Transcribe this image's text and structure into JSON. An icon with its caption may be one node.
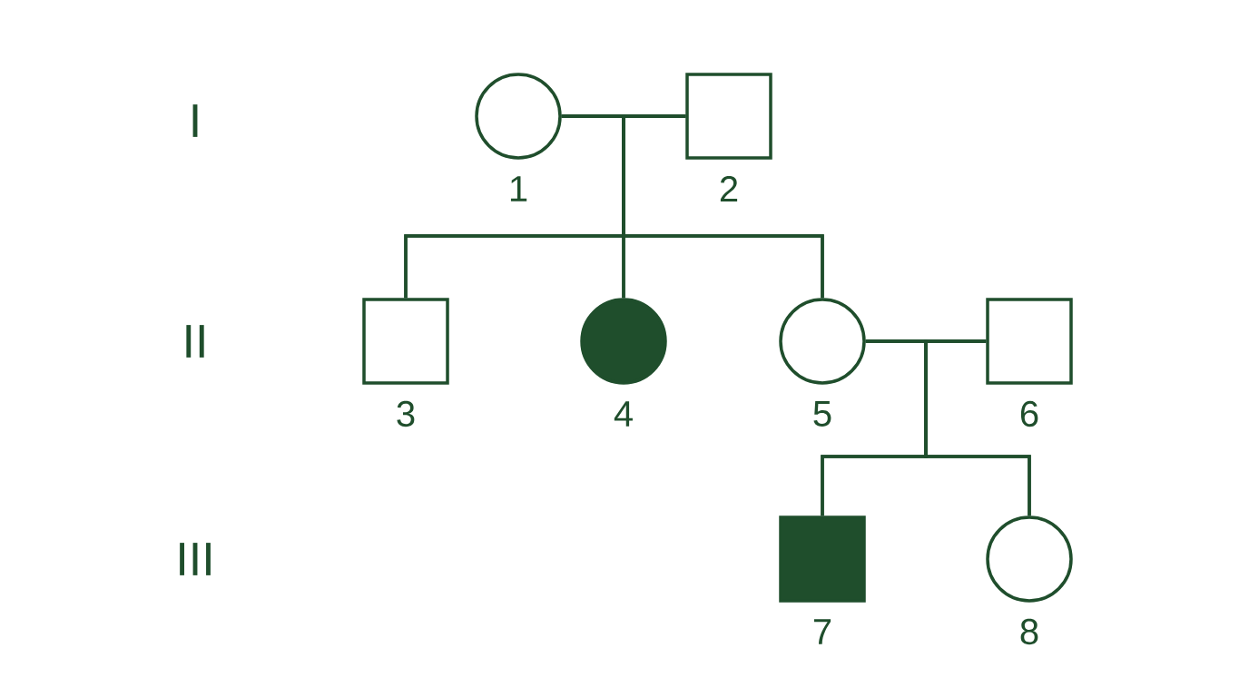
{
  "diagram": {
    "nodes": [
      {
        "text": [],
        "shape": "circle",
        "beside": [
          "1"
        ]
      },
      {
        "text": [],
        "shape": "box",
        "beside": [
          "2"
        ]
      },
      {
        "text": [],
        "shape": "box",
        "beside": [
          "3"
        ]
      },
      {
        "text": [],
        "shape": "disc",
        "beside": [
          "4"
        ]
      },
      {
        "text": [],
        "shape": "circle",
        "beside": [
          "5"
        ]
      },
      {
        "text": [],
        "shape": "box",
        "beside": [
          "6"
        ]
      },
      {
        "text": [],
        "shape": "block",
        "beside": [
          "7"
        ]
      },
      {
        "text": [],
        "shape": "circle",
        "beside": [
          "8"
        ]
      }
    ],
    "edges": [
      {
        "from": 0,
        "to": 1,
        "arrow": "none"
      },
      {
        "from": 0,
        "to": 2,
        "arrow": "none"
      },
      {
        "from": 1,
        "to": 2,
        "arrow": "none"
      },
      {
        "from": 0,
        "to": 3,
        "arrow": "none"
      },
      {
        "from": 1,
        "to": 3,
        "arrow": "none"
      },
      {
        "from": 0,
        "to": 4,
        "arrow": "none"
      },
      {
        "from": 1,
        "to": 4,
        "arrow": "none"
      },
      {
        "from": 4,
        "to": 5,
        "arrow": "none"
      },
      {
        "from": 4,
        "to": 6,
        "arrow": "none"
      },
      {
        "from": 5,
        "to": 6,
        "arrow": "none"
      },
      {
        "from": 4,
        "to": 7,
        "arrow": "none"
      },
      {
        "from": 5,
        "to": 7,
        "arrow": "none"
      }
    ],
    "labels": [
      "I",
      "II",
      "III"
    ]
  }
}
